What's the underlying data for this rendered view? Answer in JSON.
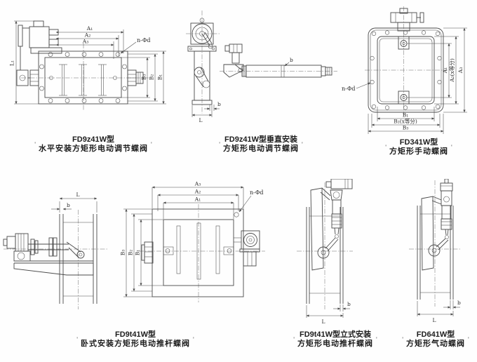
{
  "page": {
    "background": "#fefefe",
    "line_color": "#4a4a4a",
    "quote_mark": "'"
  },
  "drawings": [
    {
      "id": "horizontal-electric-regulating-valve",
      "caption_line1": "FD9z41W型",
      "caption_line2": "水平安装方矩形电动调节蝶阀",
      "dims": {
        "A1": "A₁",
        "A2": "A₂",
        "A3": "A₃",
        "B1": "B₁",
        "B2": "B₂",
        "B3": "B₃",
        "L1": "L₁",
        "bolt_spec": "n-Φd"
      }
    },
    {
      "id": "vertical-electric-regulating-valve",
      "caption_line1": "FD9z41W型垂直安装",
      "caption_line2": "方矩形电动调节蝶阀",
      "dims": {
        "L": "L",
        "b": "b",
        "b_tube": "b"
      }
    },
    {
      "id": "manual-valve",
      "caption_line1": "FD341W型",
      "caption_line2": "方矩形手动蝶阀",
      "dims": {
        "A1": "A₁",
        "A2": "A₂(x等分)",
        "A3": "A₃",
        "B1": "B₁",
        "B2": "B₂(x等分)",
        "B3": "B₃",
        "bolt_spec": "n-Φd"
      }
    },
    {
      "id": "horizontal-electric-pushrod-valve",
      "caption_line1": "FD9t41W型",
      "caption_line2": "卧式安装方矩形电动推杆蝶阀",
      "dims": {
        "L": "L",
        "b": "b",
        "A1": "A₁",
        "A2": "A₂",
        "A3": "A₃",
        "B1": "B₁",
        "B2": "B₂",
        "B3": "B₃",
        "bolt_spec": "n-Φd"
      }
    },
    {
      "id": "vertical-electric-pushrod-valve",
      "caption_line1": "FD9t41W型立式安装",
      "caption_line2": "方矩形电动推杆蝶阀",
      "dims": {
        "L": "L",
        "b": "b"
      }
    },
    {
      "id": "pneumatic-valve",
      "caption_line1": "FD641W型",
      "caption_line2": "方矩形气动蝶阀",
      "dims": {
        "L": "L",
        "b": "b"
      }
    }
  ]
}
